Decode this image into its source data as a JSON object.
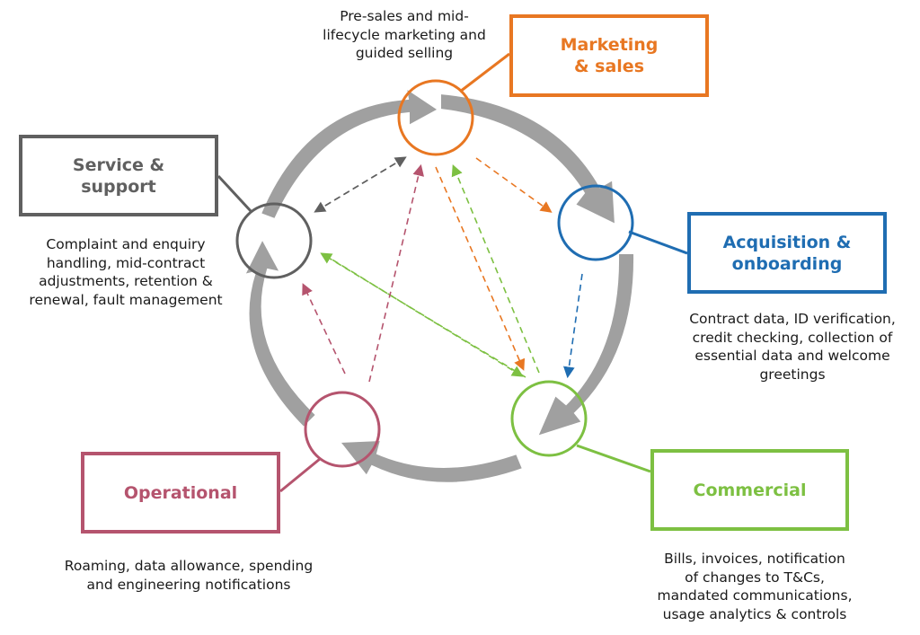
{
  "stages": [
    {
      "key": "marketing",
      "title": "Marketing\n& sales",
      "description": "Pre-sales and mid-\nlifecycle marketing and\nguided selling",
      "color": "#e87722"
    },
    {
      "key": "acquisition",
      "title": "Acquisition &\nonboarding",
      "description": "Contract data, ID verification,\ncredit checking, collection of\nessential data and welcome\ngreetings",
      "color": "#1f6db2"
    },
    {
      "key": "commercial",
      "title": "Commercial",
      "description": "Bills, invoices, notification\nof changes to T&Cs,\nmandated communications,\nusage analytics & controls",
      "color": "#7dc042"
    },
    {
      "key": "operational",
      "title": "Operational",
      "description": "Roaming, data allowance, spending\nand engineering notifications",
      "color": "#b5546e"
    },
    {
      "key": "service",
      "title": "Service &\nsupport",
      "description": "Complaint and enquiry\nhandling, mid-contract\nadjustments, retention &\nrenewal, fault management",
      "color": "#606060"
    }
  ],
  "cycle_arrow_color": "#a0a0a0",
  "dashed_links": [
    {
      "from": "marketing",
      "to": "acquisition",
      "color": "#e87722"
    },
    {
      "from": "marketing",
      "to": "commercial",
      "color": "#e87722"
    },
    {
      "from": "acquisition",
      "to": "commercial",
      "color": "#1f6db2"
    },
    {
      "from": "commercial",
      "to": "marketing",
      "color": "#7dc042"
    },
    {
      "from": "commercial",
      "to": "service",
      "color": "#7dc042"
    },
    {
      "from": "operational",
      "to": "service",
      "color": "#b5546e"
    },
    {
      "from": "operational",
      "to": "marketing",
      "color": "#b5546e"
    },
    {
      "from": "service",
      "to": "marketing",
      "color": "#606060"
    }
  ]
}
